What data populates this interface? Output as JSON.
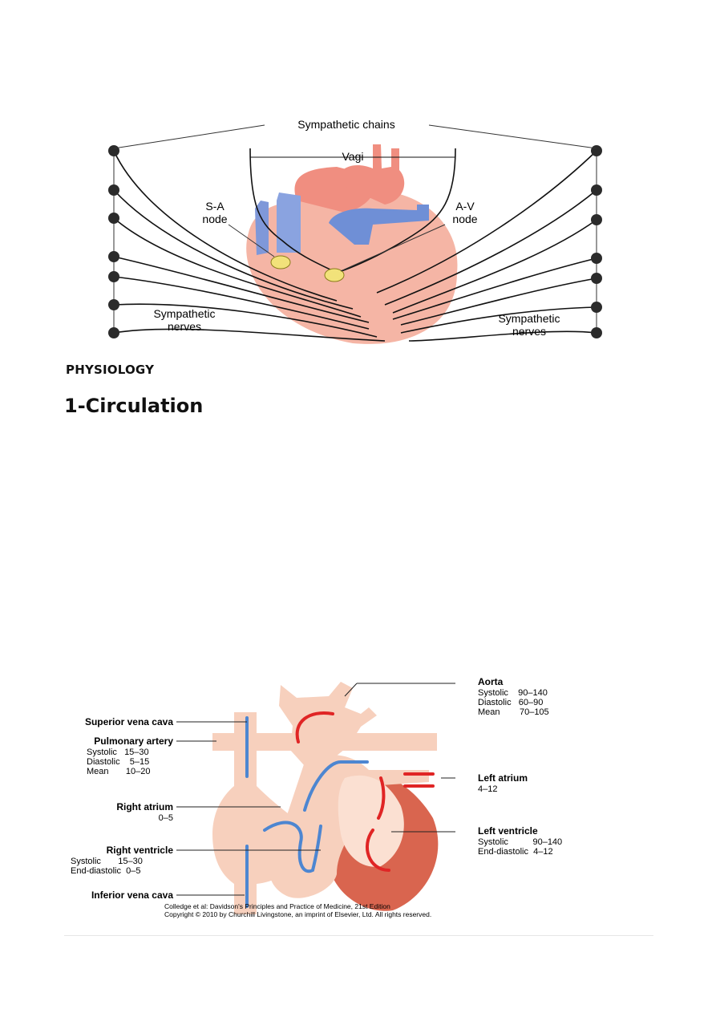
{
  "figure1": {
    "labels": {
      "sympathetic_chains": "Sympathetic chains",
      "vagi": "Vagi",
      "sa_node_line1": "S-A",
      "sa_node_line2": "node",
      "av_node_line1": "A-V",
      "av_node_line2": "node",
      "sympathetic_nerves_left_line1": "Sympathetic",
      "sympathetic_nerves_left_line2": "nerves",
      "sympathetic_nerves_right_line1": "Sympathetic",
      "sympathetic_nerves_right_line2": "nerves"
    },
    "colors": {
      "heart": "#f5b5a5",
      "vessel_blue": "#6f8fd6",
      "node": "#f2e27a",
      "ganglion": "#2b2b2b"
    }
  },
  "section_label": "PHYSIOLOGY",
  "section_title": "1-Circulation",
  "figure2": {
    "aorta": {
      "name": "Aorta",
      "systolic": "Systolic    90–140",
      "diastolic": "Diastolic   60–90",
      "mean": "Mean        70–105"
    },
    "superior_vena_cava": "Superior vena cava",
    "pulmonary_artery": {
      "name": "Pulmonary artery",
      "systolic": "Systolic   15–30",
      "diastolic": "Diastolic    5–15",
      "mean": "Mean       10–20"
    },
    "right_atrium": {
      "name": "Right atrium",
      "value": "0–5"
    },
    "right_ventricle": {
      "name": "Right ventricle",
      "systolic": "Systolic       15–30",
      "end_diastolic": "End-diastolic  0–5"
    },
    "inferior_vena_cava": "Inferior vena cava",
    "left_atrium": {
      "name": "Left atrium",
      "value": "4–12"
    },
    "left_ventricle": {
      "name": "Left ventricle",
      "systolic": "Systolic          90–140",
      "end_diastolic": "End-diastolic  4–12"
    },
    "credit_line1": "Colledge et al: Davidson's Principles and Practice of Medicine, 21st Edition",
    "credit_line2": "Copyright © 2010 by Churchill Livingstone, an imprint of Elsevier, Ltd. All rights reserved.",
    "colors": {
      "tissue": "#f7d0bd",
      "muscle": "#d9654f",
      "blue_flow": "#4d86d1",
      "red_flow": "#e02525"
    }
  }
}
